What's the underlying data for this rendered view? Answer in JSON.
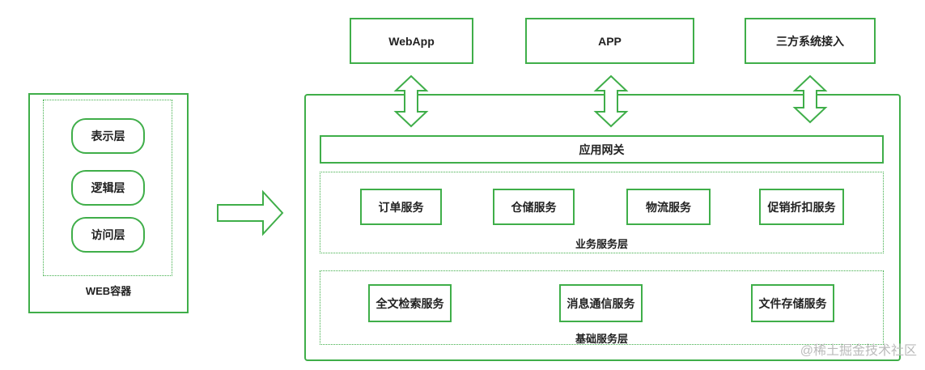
{
  "web_container": {
    "title": "WEB容器",
    "layers": [
      "表示层",
      "逻辑层",
      "访问层"
    ]
  },
  "clients": [
    "WebApp",
    "APP",
    "三方系统接入"
  ],
  "gateway": "应用网关",
  "business": {
    "title": "业务服务层",
    "services": [
      "订单服务",
      "仓储服务",
      "物流服务",
      "促销折扣服务"
    ]
  },
  "foundation": {
    "title": "基础服务层",
    "services": [
      "全文检索服务",
      "消息通信服务",
      "文件存储服务"
    ]
  },
  "colors": {
    "accent": "#3fae49"
  },
  "watermark": "@稀土掘金技术社区"
}
